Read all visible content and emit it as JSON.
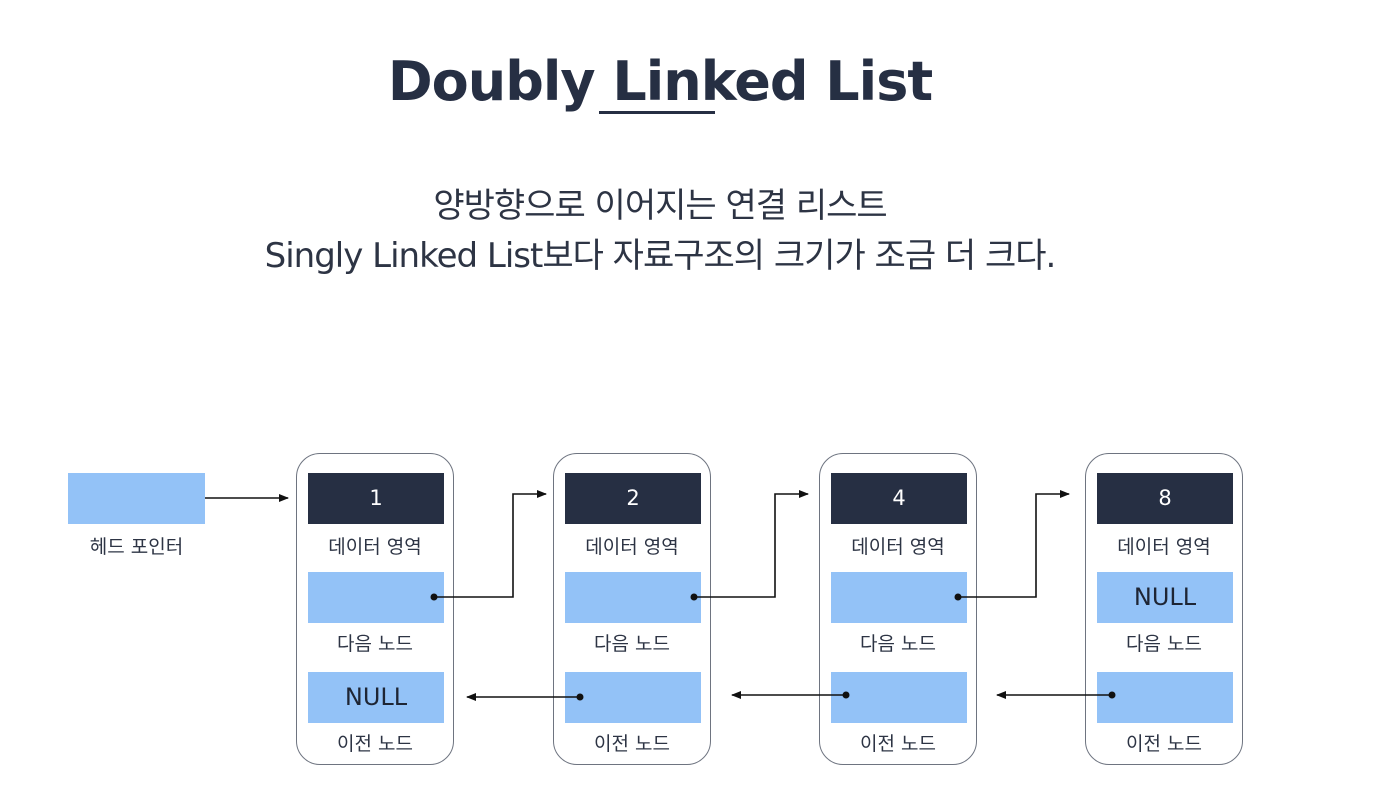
{
  "title": "Doubly Linked List",
  "subtitle": {
    "line1": "양방향으로 이어지는 연결 리스트",
    "line2": "Singly Linked List보다 자료구조의 크기가 조금 더 크다."
  },
  "head_pointer": {
    "label": "헤드 포인터"
  },
  "nodes": [
    {
      "value": "1",
      "data_label": "데이터 영역",
      "next_value": "",
      "next_label": "다음 노드",
      "prev_value": "NULL",
      "prev_label": "이전 노드"
    },
    {
      "value": "2",
      "data_label": "데이터 영역",
      "next_value": "",
      "next_label": "다음 노드",
      "prev_value": "",
      "prev_label": "이전 노드"
    },
    {
      "value": "4",
      "data_label": "데이터 영역",
      "next_value": "",
      "next_label": "다음 노드",
      "prev_value": "",
      "prev_label": "이전 노드"
    },
    {
      "value": "8",
      "data_label": "데이터 영역",
      "next_value": "NULL",
      "next_label": "다음 노드",
      "prev_value": "",
      "prev_label": "이전 노드"
    }
  ],
  "colors": {
    "dark": "#262f43",
    "pointer_blue": "#93c2f7",
    "border": "#6e7480"
  }
}
